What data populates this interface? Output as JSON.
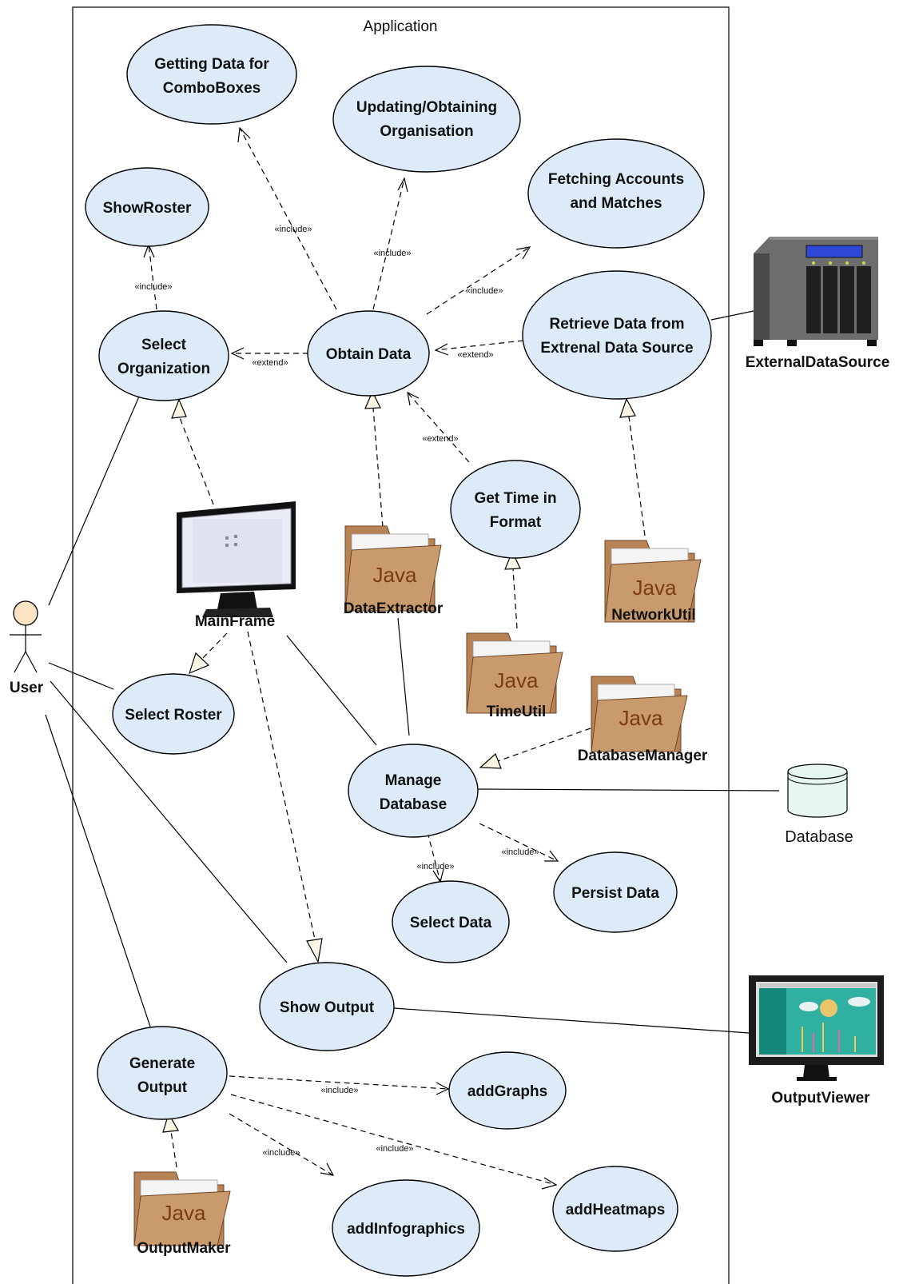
{
  "system_boundary": {
    "label": "Application"
  },
  "actor": {
    "label": "User"
  },
  "use_cases": {
    "getting_data_combo": [
      "Getting Data for",
      "ComboBoxes"
    ],
    "updating_org": [
      "Updating/Obtaining",
      "Organisation"
    ],
    "fetching_accounts": [
      "Fetching Accounts",
      "and Matches"
    ],
    "show_roster": [
      "ShowRoster"
    ],
    "select_org": [
      "Select",
      "Organization"
    ],
    "obtain_data": [
      "Obtain Data"
    ],
    "retrieve_data": [
      "Retrieve Data from",
      "Extrenal Data Source"
    ],
    "get_time": [
      "Get Time in",
      "Format"
    ],
    "select_roster": [
      "Select Roster"
    ],
    "manage_db": [
      "Manage",
      "Database"
    ],
    "select_data": [
      "Select Data"
    ],
    "persist_data": [
      "Persist Data"
    ],
    "show_output": [
      "Show Output"
    ],
    "generate_output": [
      "Generate",
      "Output"
    ],
    "add_graphs": [
      "addGraphs"
    ],
    "add_infographics": [
      "addInfographics"
    ],
    "add_heatmaps": [
      "addHeatmaps"
    ]
  },
  "components": {
    "main_frame": "MainFrame",
    "data_extractor": "DataExtractor",
    "time_util": "TimeUtil",
    "network_util": "NetworkUtil",
    "database_manager": "DatabaseManager",
    "output_maker": "OutputMaker",
    "java_label": "Java"
  },
  "external": {
    "external_data_source": "ExternalDataSource",
    "database": "Database",
    "output_viewer": "OutputViewer"
  },
  "stereotypes": {
    "include": "«include»",
    "extend": "«extend»"
  },
  "colors": {
    "use_case_fill": "#ddeaf8",
    "actor_fill": "#fbe3c4",
    "folder_fill": "#c9986a",
    "database_fill": "#e6f6f2"
  }
}
